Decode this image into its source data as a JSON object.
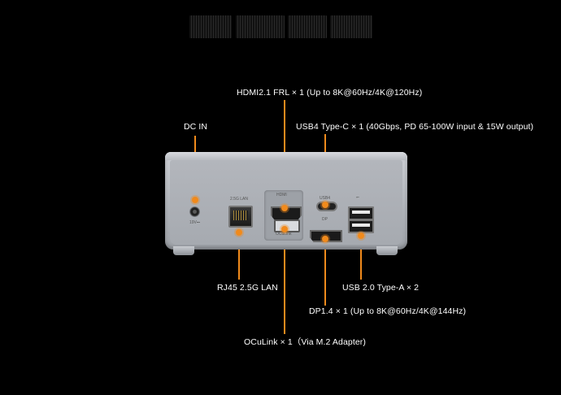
{
  "labels": {
    "hdmi": "HDMI2.1 FRL × 1 (Up to 8K@60Hz/4K@120Hz)",
    "dcin": "DC IN",
    "usb4": "USB4 Type-C × 1 (40Gbps, PD 65-100W input & 15W output)",
    "rj45": "RJ45 2.5G LAN",
    "usb2": "USB 2.0 Type-A × 2",
    "dp": "DP1.4 × 1 (Up to 8K@60Hz/4K@144Hz)",
    "oculink": "OCuLink × 1（Via M.2 Adapter)"
  },
  "port_marks": {
    "dc": "19V⎓",
    "lan": "2.5G LAN",
    "hdmi": "HDMI",
    "usb4": "USB4",
    "dp": "DP",
    "oculink": "OCuLink",
    "usb": "⭠"
  },
  "colors": {
    "background": "#000000",
    "accent": "#f08a1c",
    "text": "#ffffff"
  }
}
